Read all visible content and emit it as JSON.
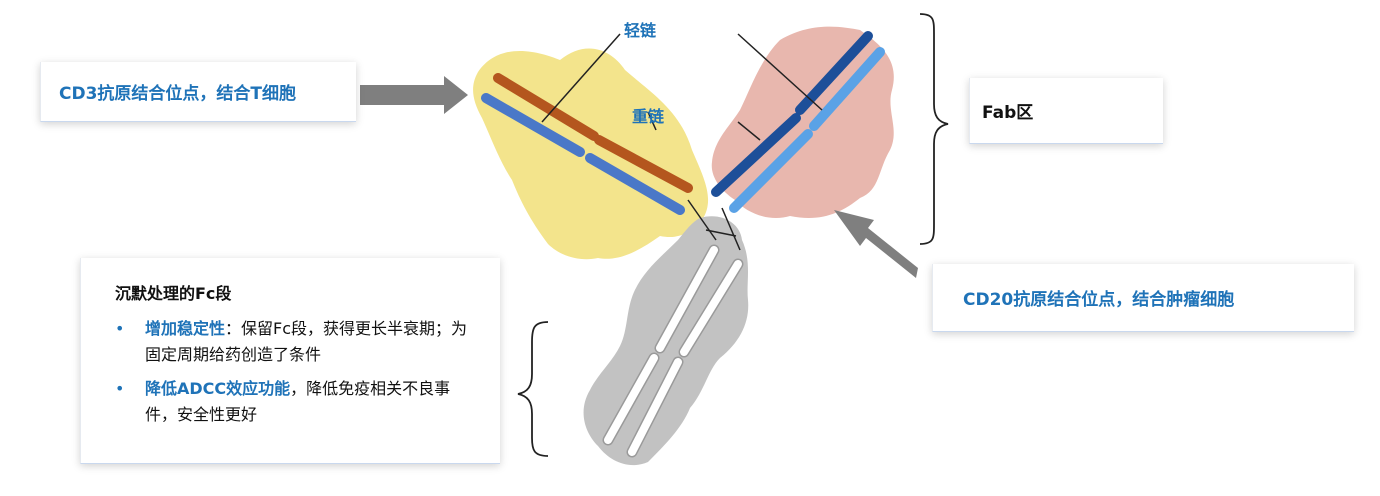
{
  "colors": {
    "blue_text": "#1f73b8",
    "dark_text": "#111111",
    "arrow_gray": "#7f7f7f",
    "yellow_blob": "#f3e48c",
    "pink_blob": "#e8b7ae",
    "gray_blob": "#c2c2c2",
    "orange_chain": "#b4561e",
    "blue_chain": "#4a78c8",
    "dark_blue_chain": "#1d4f99",
    "light_blue_chain": "#5aa2e6"
  },
  "labels": {
    "light_chain": "轻链",
    "heavy_chain": "重链"
  },
  "callouts": {
    "cd3": "CD3抗原结合位点，结合T细胞",
    "cd20": "CD20抗原结合位点，结合肿瘤细胞",
    "fab": "Fab区"
  },
  "fc_box": {
    "title": "沉默处理的Fc段",
    "bullet": "•",
    "items": [
      {
        "strong": "增加稳定性",
        "rest": "：保留Fc段，获得更长半衰期；为固定周期给药创造了条件"
      },
      {
        "strong": "降低ADCC效应功能",
        "rest": "，降低免疫相关不良事件，安全性更好"
      }
    ]
  }
}
